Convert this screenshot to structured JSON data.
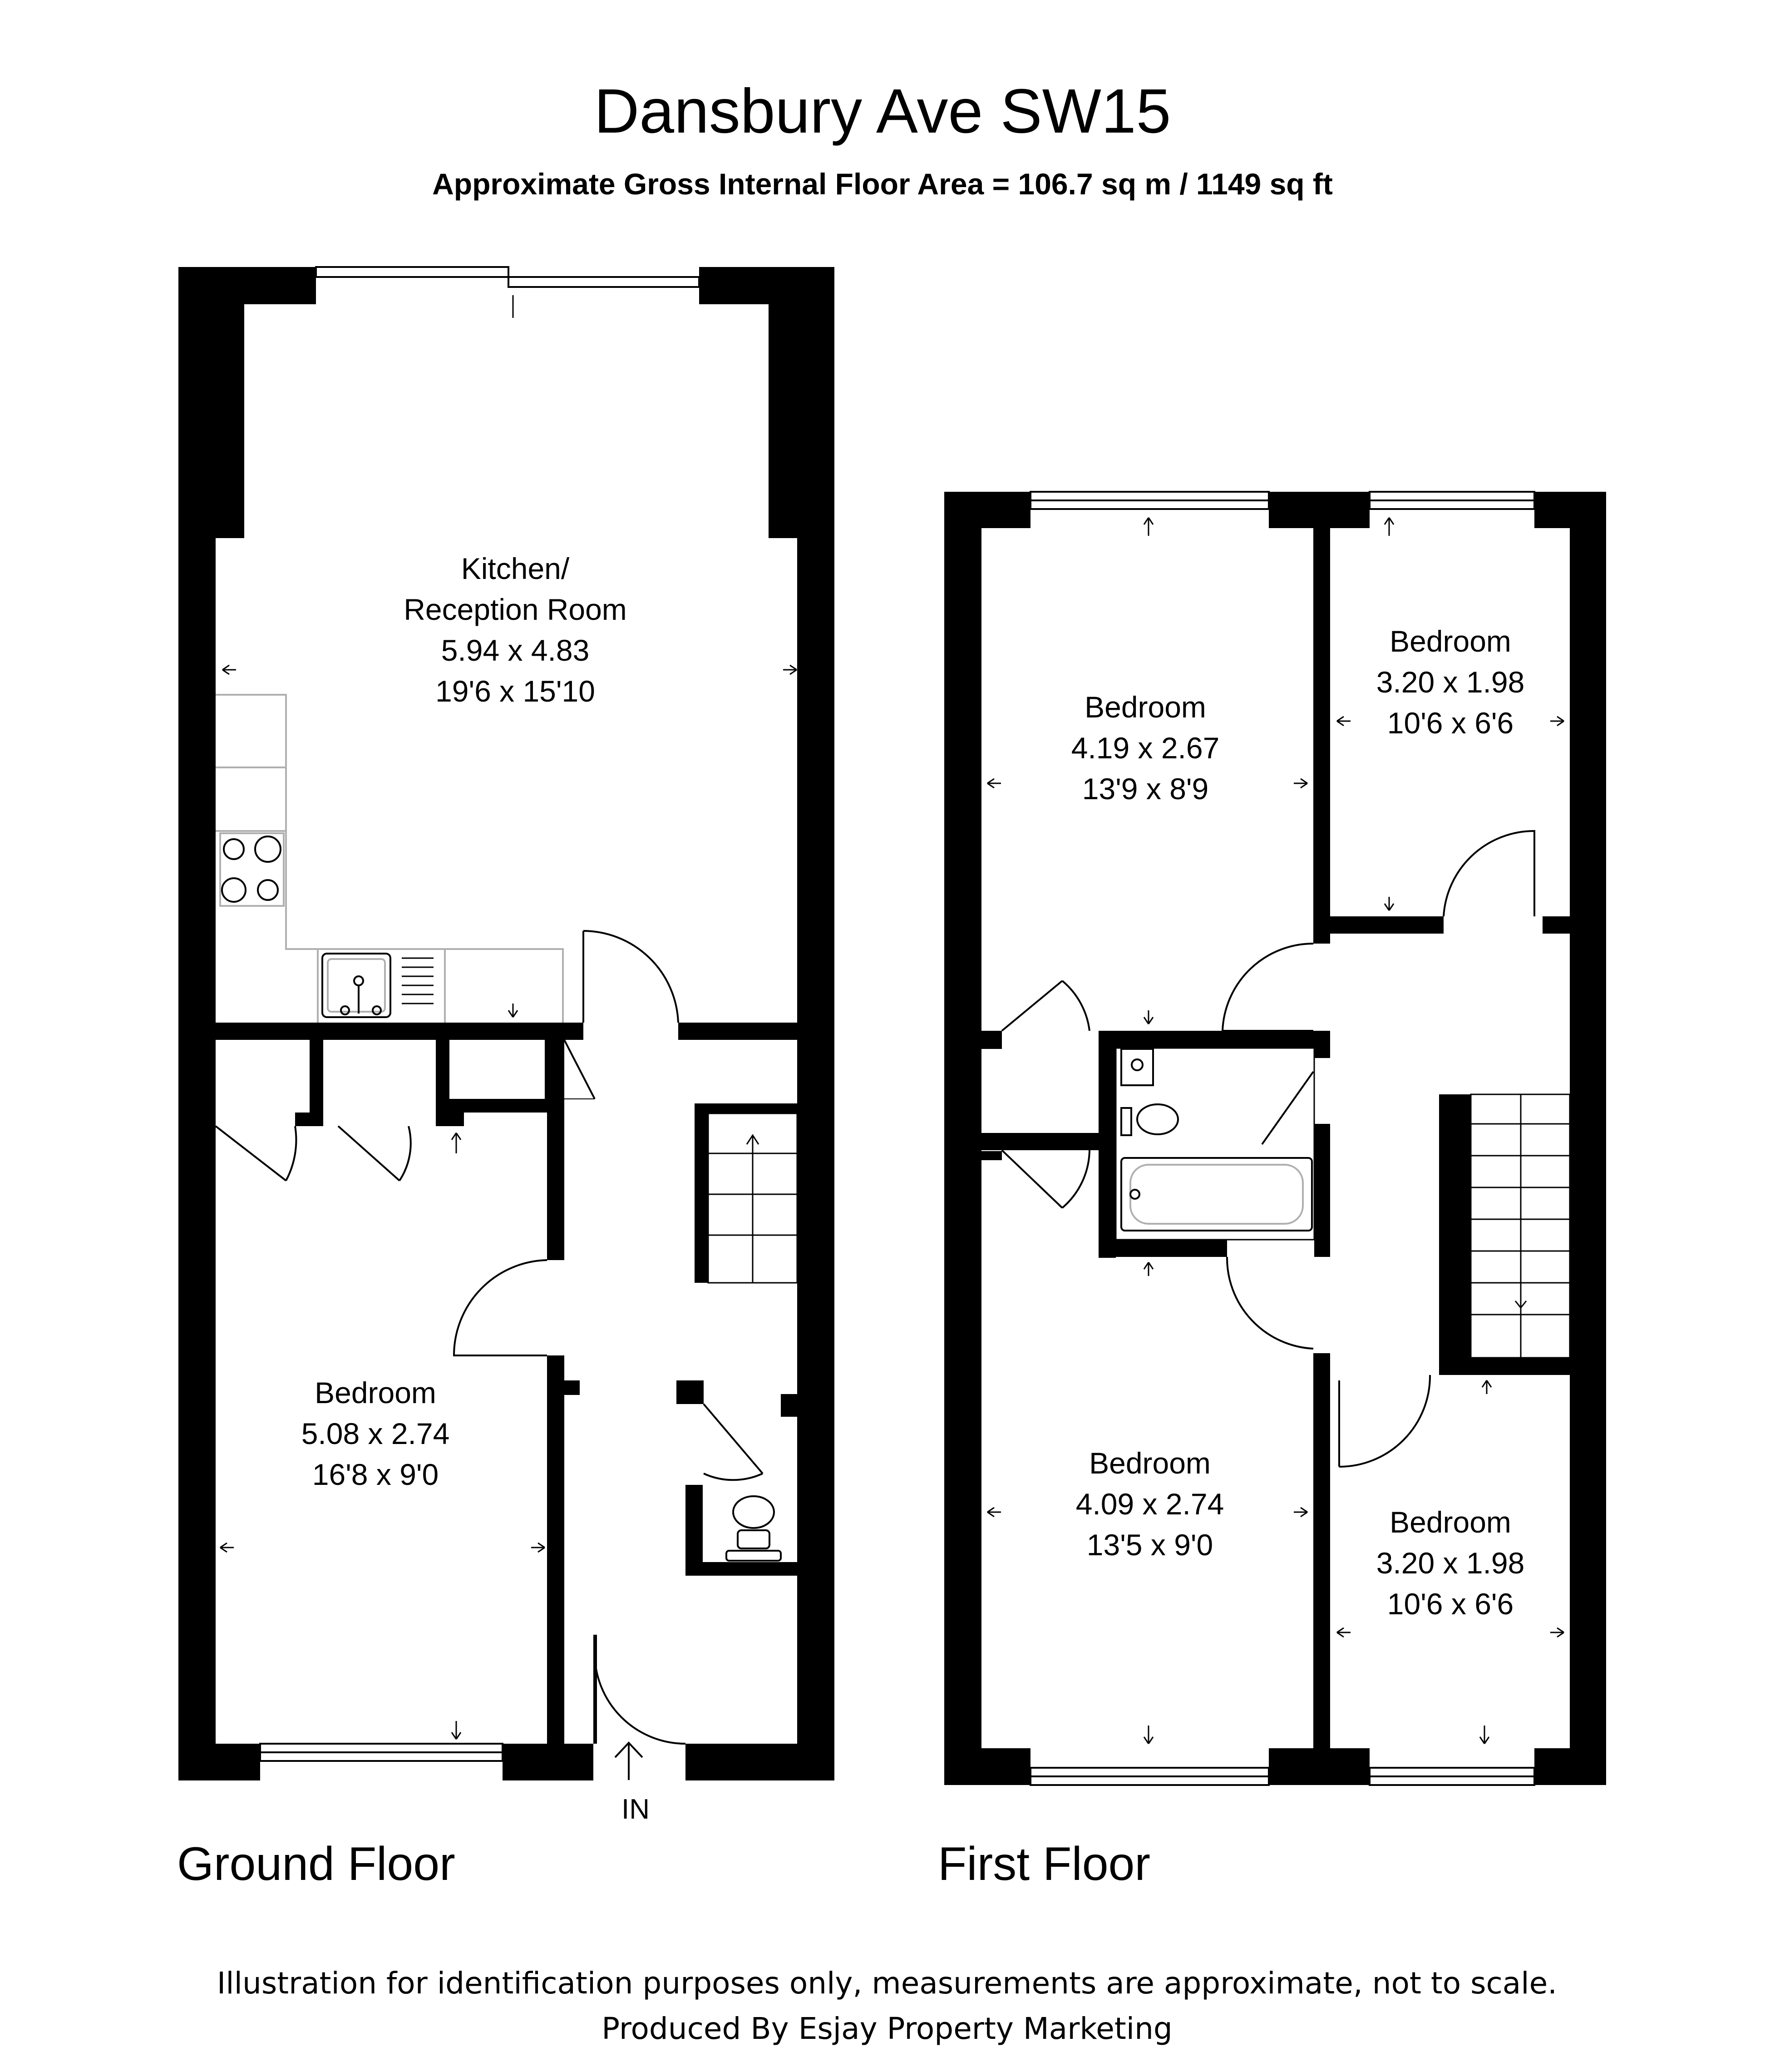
{
  "header": {
    "title": "Dansbury Ave  SW15",
    "subtitle": "Approximate Gross Internal Floor Area = 106.7 sq m / 1149 sq ft"
  },
  "floors": [
    {
      "label": "Ground Floor",
      "entrance_label": "IN",
      "rooms": [
        {
          "name": "Kitchen/",
          "name2": "Reception Room",
          "metric": "5.94 x 4.83",
          "imperial": "19'6 x 15'10"
        },
        {
          "name": "Bedroom",
          "metric": "5.08 x 2.74",
          "imperial": "16'8 x 9'0"
        }
      ]
    },
    {
      "label": "First Floor",
      "rooms": [
        {
          "name": "Bedroom",
          "metric": "4.19 x 2.67",
          "imperial": "13'9 x 8'9"
        },
        {
          "name": "Bedroom",
          "metric": "3.20 x 1.98",
          "imperial": "10'6 x 6'6"
        },
        {
          "name": "Bedroom",
          "metric": "4.09 x 2.74",
          "imperial": "13'5 x 9'0"
        },
        {
          "name": "Bedroom",
          "metric": "3.20 x 1.98",
          "imperial": "10'6 x 6'6"
        }
      ]
    }
  ],
  "footer": {
    "disclaimer": "Illustration for identification purposes only, measurements are approximate, not to scale.",
    "credit": "Produced By Esjay Property Marketing"
  },
  "colors": {
    "wall": "#000000",
    "line": "#000000",
    "background": "#ffffff",
    "fixture": "#b0b0b0"
  }
}
